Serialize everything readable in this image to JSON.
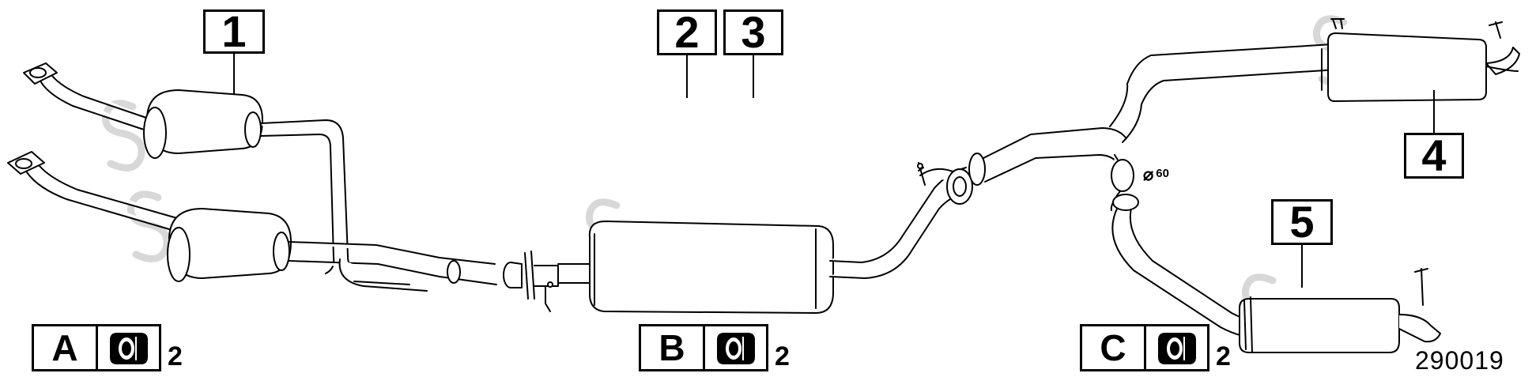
{
  "callouts": {
    "c1": "1",
    "c2": "2",
    "c3": "3",
    "c4": "4",
    "c5": "5"
  },
  "kits": {
    "a": {
      "letter": "A",
      "qty": "2",
      "icon": "rubber-hanger-icon"
    },
    "b": {
      "letter": "B",
      "qty": "2",
      "icon": "rubber-hanger-icon"
    },
    "c": {
      "letter": "C",
      "qty": "2",
      "icon": "rubber-hanger-icon"
    }
  },
  "diameter": {
    "symbol": "⌀",
    "value": "60"
  },
  "reference_number": "290019"
}
